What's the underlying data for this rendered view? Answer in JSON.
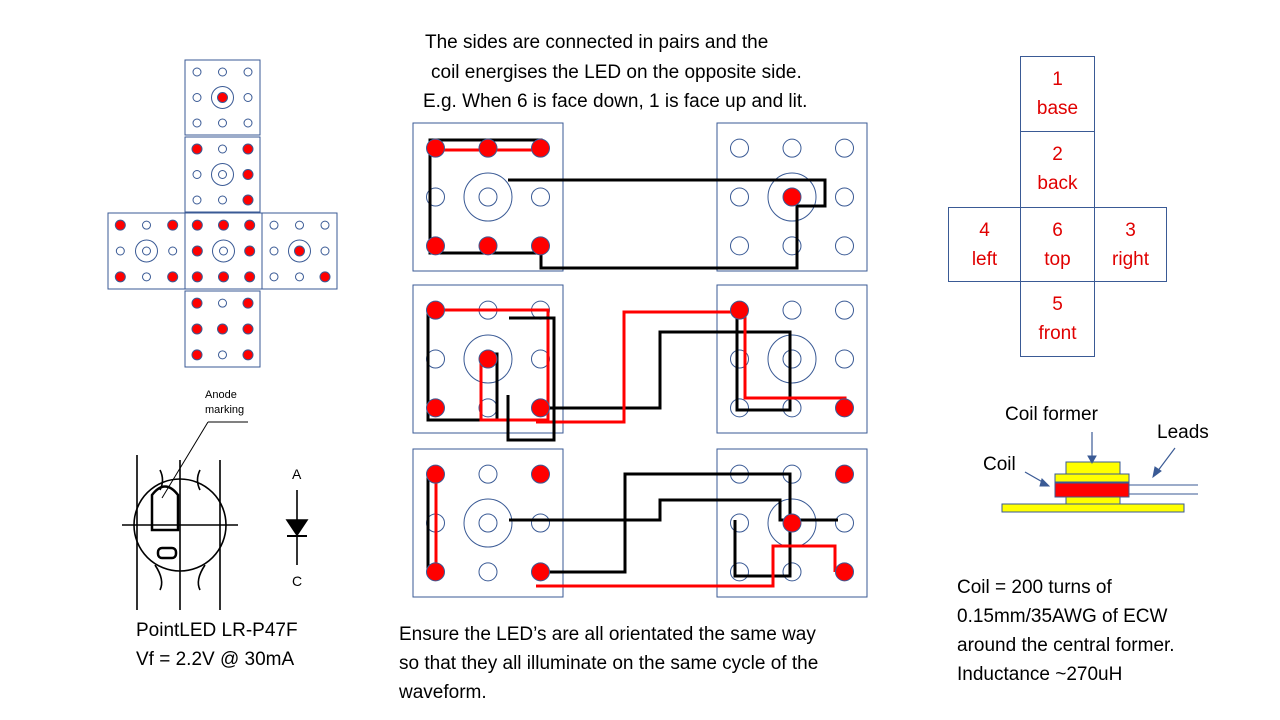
{
  "notes": {
    "intro_line1": "The sides are connected in pairs and the",
    "intro_line2": "coil energises the LED on the opposite side.",
    "intro_line3": "E.g. When 6 is face down, 1 is face up and lit.",
    "orient_line1": "Ensure the LED’s are all orientated the same way",
    "orient_line2": "so that they all illuminate on the same cycle of the",
    "orient_line3": "waveform.",
    "coil_line1": "Coil = 200 turns of",
    "coil_line2": "0.15mm/35AWG of ECW",
    "coil_line3": "around the central former.",
    "coil_line4": "Inductance ~270uH"
  },
  "led": {
    "anode_line1": "Anode",
    "anode_line2": "marking",
    "pin_a": "A",
    "pin_c": "C",
    "part_name": "PointLED LR-P47F",
    "forward_voltage": "Vf = 2.2V @ 30mA"
  },
  "coil_diagram": {
    "former_label": "Coil former",
    "leads_label": "Leads",
    "coil_label": "Coil",
    "colors": {
      "former": "#ffff00",
      "coil": "#ff0000",
      "outline": "#3a5a95"
    }
  },
  "cube_net": {
    "faces": [
      {
        "number": "1",
        "name": "base"
      },
      {
        "number": "2",
        "name": "back"
      },
      {
        "number": "4",
        "name": "left"
      },
      {
        "number": "6",
        "name": "top"
      },
      {
        "number": "3",
        "name": "right"
      },
      {
        "number": "5",
        "name": "front"
      }
    ]
  },
  "colors": {
    "led_dot": "#ff0000",
    "wire_red": "#ff0000",
    "wire_black": "#000000",
    "board_outline": "#3a5a95"
  }
}
